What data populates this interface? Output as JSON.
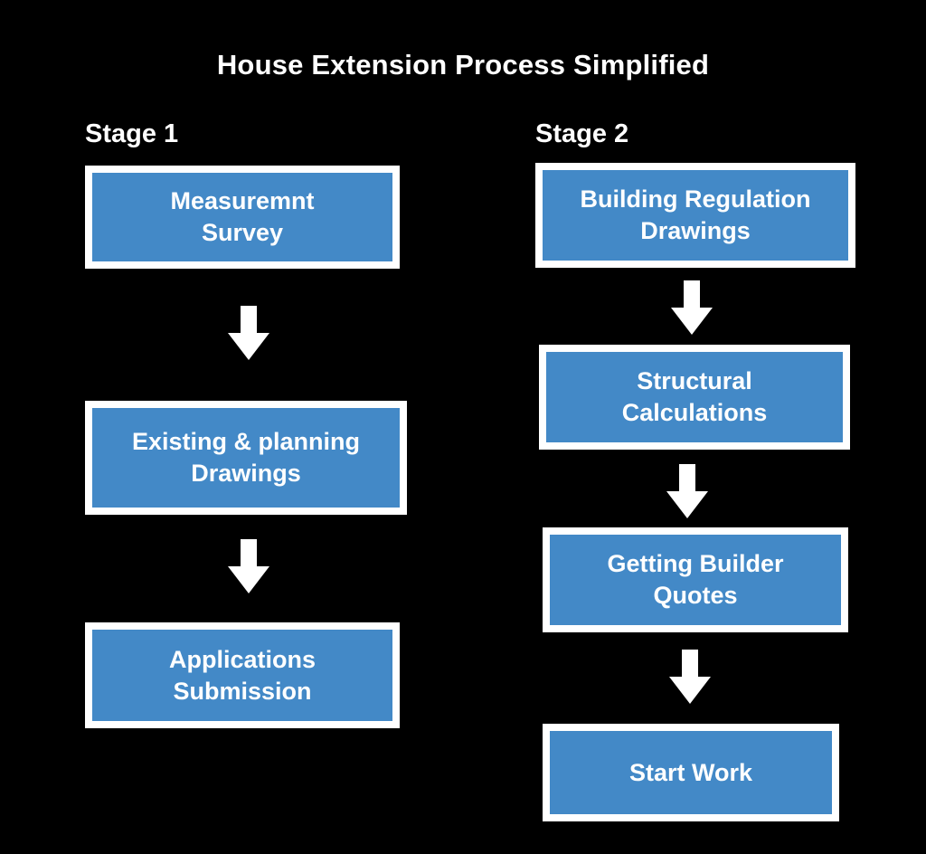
{
  "diagram": {
    "title": "House Extension Process Simplified",
    "background_color": "#000000",
    "box_fill_color": "#4389c7",
    "box_border_color": "#ffffff",
    "text_color": "#ffffff",
    "arrow_color": "#ffffff",
    "arrow_icon": "arrow-down-icon",
    "stages": [
      {
        "label": "Stage 1",
        "steps": [
          {
            "label": "Measuremnt\nSurvey"
          },
          {
            "label": "Existing & planning\nDrawings"
          },
          {
            "label": "Applications\nSubmission"
          }
        ]
      },
      {
        "label": "Stage 2",
        "steps": [
          {
            "label": "Building Regulation\nDrawings"
          },
          {
            "label": "Structural\nCalculations"
          },
          {
            "label": "Getting Builder\nQuotes"
          },
          {
            "label": "Start Work"
          }
        ]
      }
    ]
  }
}
